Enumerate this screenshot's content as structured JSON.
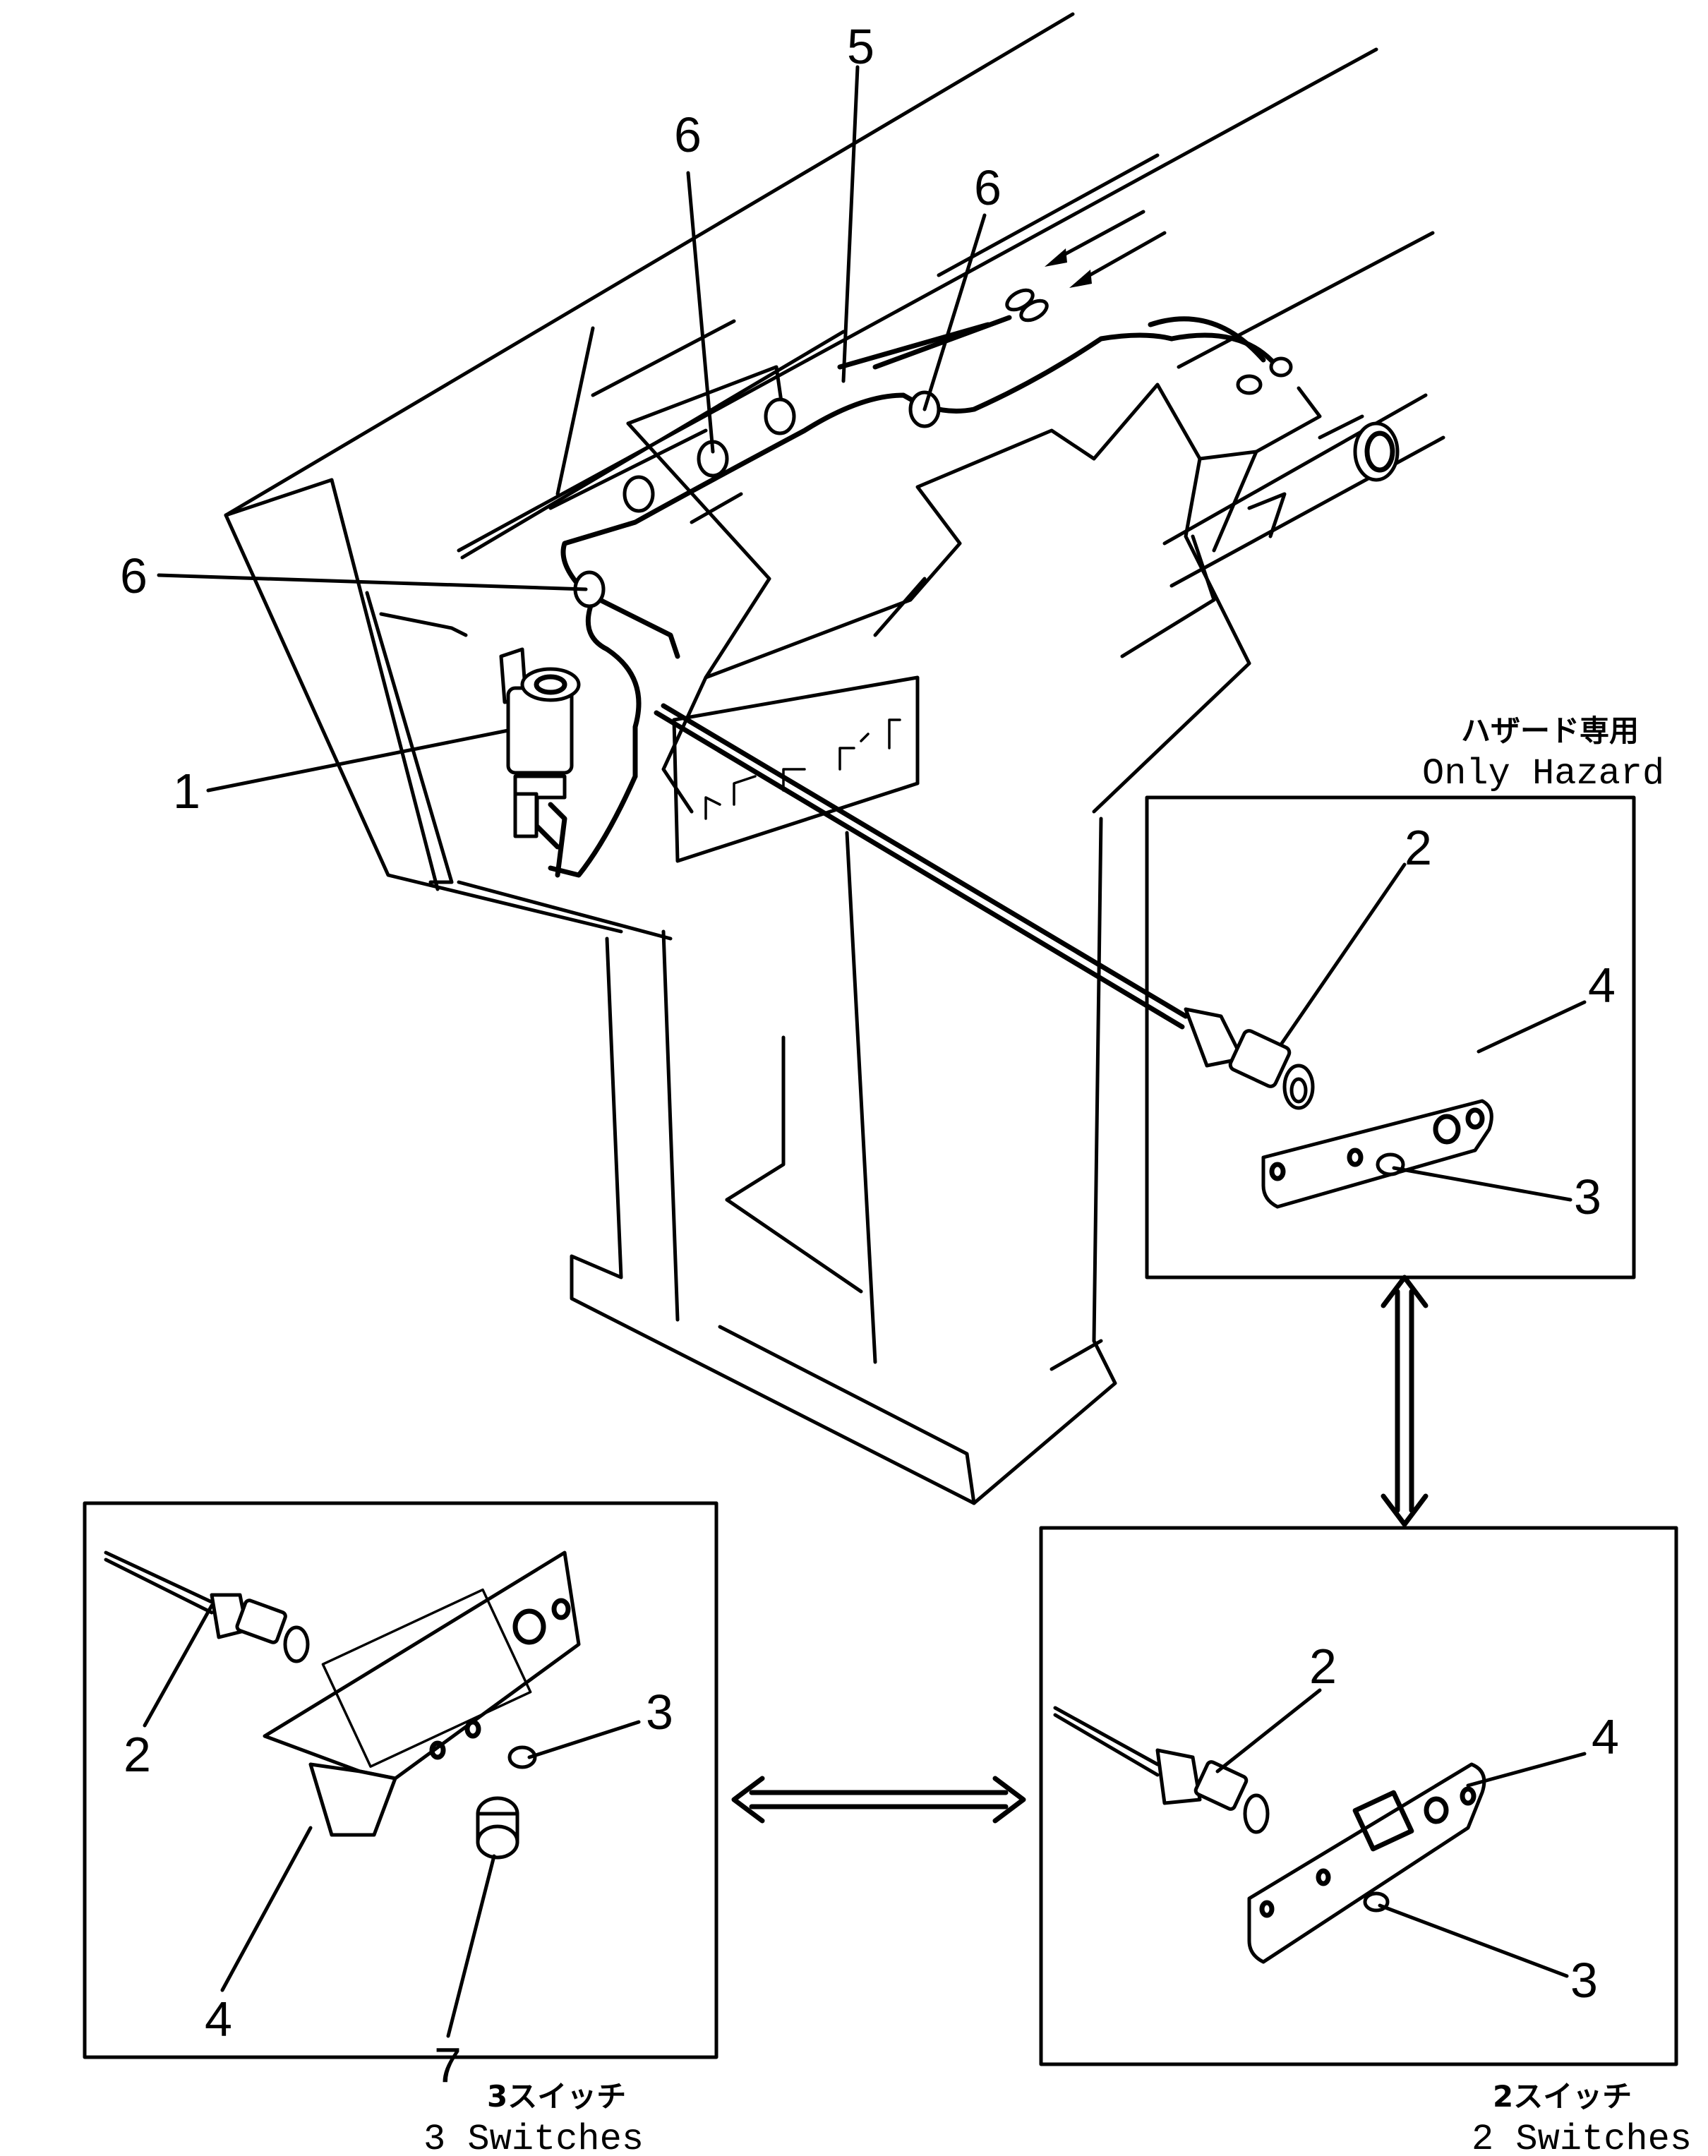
{
  "callouts": {
    "main": {
      "clamp_a": "6",
      "clamp_b": "6",
      "clamp_c": "6",
      "harness": "5",
      "flasher": "1",
      "switch": "2",
      "plate": "4",
      "nut": "3"
    },
    "three_switch": {
      "switch": "2",
      "nut": "3",
      "plate": "4",
      "cap": "7"
    },
    "two_switch": {
      "switch": "2",
      "plate": "4",
      "nut": "3"
    }
  },
  "captions": {
    "hazard_jp": "ハザード専用",
    "hazard_en": "Only Hazard",
    "three_jp": "3スイッチ",
    "three_en": "3 Switches",
    "two_jp": "2スイッチ",
    "two_en": "2 Switches"
  }
}
